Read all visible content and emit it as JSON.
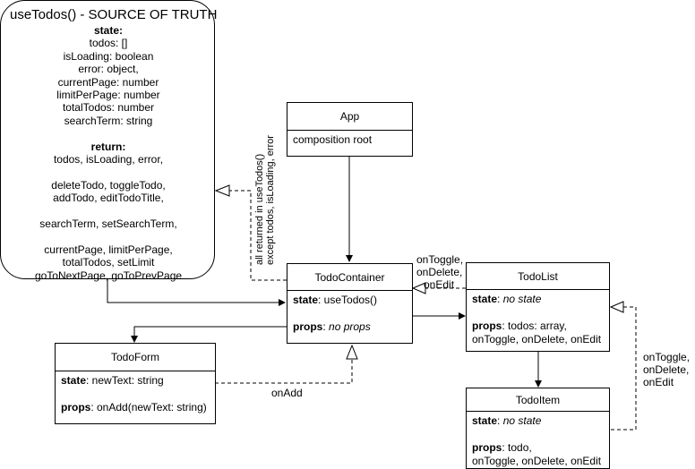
{
  "hook": {
    "title": "useTodos() - SOURCE OF TRUTH",
    "state_header": "state:",
    "state_lines": [
      "todos: []",
      "isLoading: boolean",
      "error: object,",
      "currentPage: number",
      "limitPerPage: number",
      "totalTodos: number",
      "searchTerm: string"
    ],
    "return_header": "return:",
    "return_lines": [
      "todos, isLoading, error,",
      "",
      "deleteTodo, toggleTodo,",
      "addTodo, editTodoTitle,",
      "",
      "searchTerm, setSearchTerm,",
      "",
      "currentPage, limitPerPage,",
      "totalTodos, setLimit",
      "goToNextPage, goToPrevPage"
    ]
  },
  "app": {
    "title": "App",
    "body": "composition root"
  },
  "container": {
    "title": "TodoContainer",
    "state_key": "state",
    "state_val": ": useTodos()",
    "props_key": "props",
    "props_val": "no props"
  },
  "form": {
    "title": "TodoForm",
    "state_key": "state",
    "state_val": ": newText: string",
    "props_key": "props",
    "props_val": ": onAdd(newText: string)"
  },
  "list": {
    "title": "TodoList",
    "state_key": "state",
    "state_val": "no state",
    "props_key": "props",
    "props_val1": ": todos: array,",
    "props_val2": "onToggle, onDelete, onEdit"
  },
  "item": {
    "title": "TodoItem",
    "state_key": "state",
    "state_val": "no state",
    "props_key": "props",
    "props_val1": ": todo,",
    "props_val2": "onToggle, onDelete, onEdit"
  },
  "labels": {
    "rotated_1": "all returned in useTodos()",
    "rotated_2": "except todos, isLoading, error",
    "list_to_container": [
      "onToggle,",
      "onDelete,",
      "onEdit"
    ],
    "item_to_list": [
      "onToggle,",
      "onDelete,",
      "onEdit"
    ],
    "on_add": "onAdd"
  }
}
